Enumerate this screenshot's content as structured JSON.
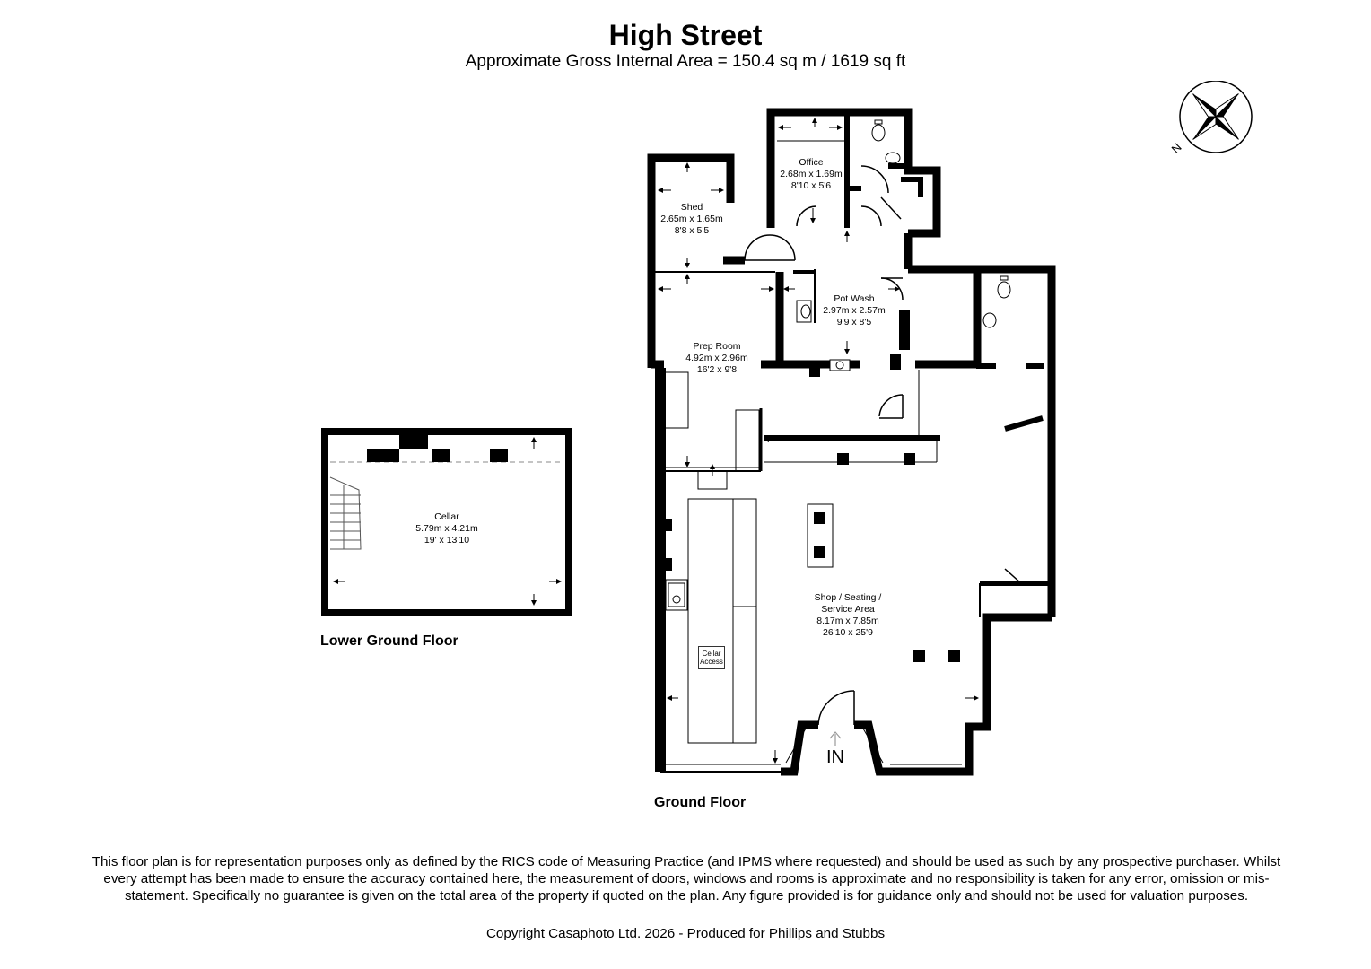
{
  "header": {
    "title": "High Street",
    "subtitle": "Approximate Gross Internal Area = 150.4 sq m / 1619 sq ft"
  },
  "compass": {
    "north_letter": "N",
    "icon": "compass-rose-icon"
  },
  "floors": {
    "lower_ground": {
      "label": "Lower Ground Floor"
    },
    "ground": {
      "label": "Ground Floor"
    }
  },
  "rooms": {
    "cellar": {
      "name": "Cellar",
      "metric": "5.79m x 4.21m",
      "imperial": "19' x 13'10"
    },
    "shed": {
      "name": "Shed",
      "metric": "2.65m x 1.65m",
      "imperial": "8'8 x 5'5"
    },
    "office": {
      "name": "Office",
      "metric": "2.68m x 1.69m",
      "imperial": "8'10 x 5'6"
    },
    "pot_wash": {
      "name": "Pot Wash",
      "metric": "2.97m x 2.57m",
      "imperial": "9'9 x 8'5"
    },
    "prep_room": {
      "name": "Prep Room",
      "metric": "4.92m x 2.96m",
      "imperial": "16'2 x 9'8"
    },
    "shop": {
      "name_line1": "Shop / Seating /",
      "name_line2": "Service Area",
      "metric": "8.17m x 7.85m",
      "imperial": "26'10 x 25'9"
    }
  },
  "fixtures": {
    "cellar_access_line1": "Cellar",
    "cellar_access_line2": "Access",
    "entrance": "IN"
  },
  "footer": {
    "disclaimer": "This floor plan is for representation purposes only as defined by the RICS code of Measuring Practice (and IPMS where requested) and should be used as such by any prospective purchaser. Whilst every attempt has been made to ensure the accuracy contained here, the measurement of doors, windows and rooms is approximate and no responsibility is taken for any error, omission or mis-statement. Specifically no guarantee is given on the total area of the property if quoted on the plan. Any figure provided is for guidance only and should not be used for valuation purposes.",
    "copyright": "Copyright Casaphoto Ltd. 2026 - Produced for Phillips and Stubbs"
  }
}
